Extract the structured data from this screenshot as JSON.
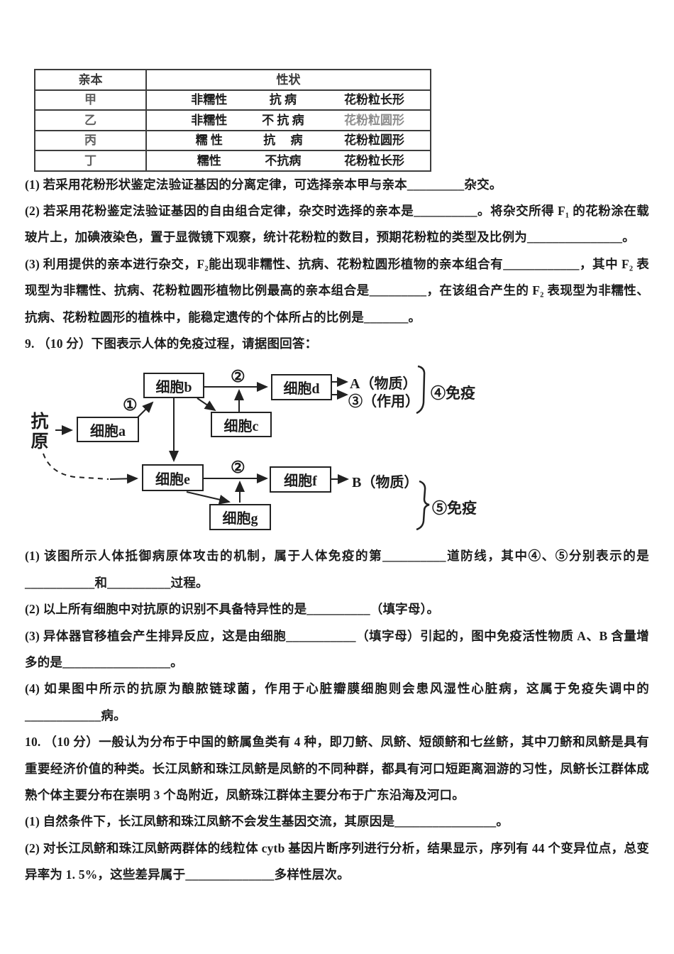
{
  "table": {
    "headers": [
      "亲本",
      "性状"
    ],
    "rows": [
      {
        "parent": "甲",
        "t1": "非糯性",
        "t2": "抗 病",
        "t3": "花粉粒长形"
      },
      {
        "parent": "乙",
        "t1": "非糯性",
        "t2": "不 抗 病",
        "t3": "花粉粒圆形"
      },
      {
        "parent": "丙",
        "t1": "糯 性",
        "t2": "抗　 病",
        "t3": "花粉粒圆形"
      },
      {
        "parent": "丁",
        "t1": "糯性",
        "t2": "不抗病",
        "t3": "花粉粒长形"
      }
    ]
  },
  "q8": {
    "items": [
      "(1) 若采用花粉形状鉴定法验证基因的分离定律，可选择亲本甲与亲本_________杂交。",
      "(2) 若采用花粉鉴定法验证基因的自由组合定律，杂交时选择的亲本是__________。将杂交所得 F₁ 的花粉涂在载玻片上，加碘液染色，置于显微镜下观察，统计花粉粒的数目，预期花粉粒的类型及比例为_______________。",
      "(3) 利用提供的亲本进行杂交，F₂能出现非糯性、抗病、花粉粒圆形植物的亲本组合有____________，其中 F₂ 表现型为非糯性、抗病、花粉粒圆形植物比例最高的亲本组合是_________，在该组合产生的 F₂ 表现型为非糯性、抗病、花粉粒圆形的植株中，能稳定遗传的个体所占的比例是_______。"
    ]
  },
  "q9": {
    "intro": "9. （10 分）下图表示人体的免疫过程，请据图回答：",
    "items": [
      "(1) 该图所示人体抵御病原体攻击的机制，属于人体免疫的第__________道防线，其中④、⑤分别表示的是___________和__________过程。",
      "(2) 以上所有细胞中对抗原的识别不具备特异性的是__________（填字母）。",
      "(3) 异体器官移植会产生排异反应，这是由细胞___________（填字母）引起的，图中免疫活性物质 A、B 含量增多的是_________________。",
      "(4) 如果图中所示的抗原为酿脓链球菌，作用于心脏瓣膜细胞则会患风湿性心脏病，这属于免疫失调中的____________病。"
    ]
  },
  "q10": {
    "intro": "10. （10 分）一般认为分布于中国的鲚属鱼类有 4 种，即刀鲚、凤鲚、短颌鲚和七丝鲚，其中刀鲚和凤鲚是具有重要经济价值的种类。长江凤鲚和珠江凤鲚是凤鲚的不同种群，都具有河口短距离洄游的习性，凤鲚长江群体成熟个体主要分布在崇明 3 个岛附近，凤鲚珠江群体主要分布于广东沿海及河口。",
    "items": [
      "(1) 自然条件下，长江凤鲚和珠江凤鲚不会发生基因交流，其原因是________________。",
      "(2) 对长江凤鲚和珠江凤鲚两群体的线粒体 cytb 基因片断序列进行分析，结果显示，序列有 44 个变异位点，总变异率为 1. 5%，这些差异属于______________多样性层次。"
    ]
  },
  "diagram": {
    "antigen": "抗原",
    "cell_a": "细胞a",
    "cell_b": "细胞b",
    "cell_c": "细胞c",
    "cell_d": "细胞d",
    "cell_e": "细胞e",
    "cell_f": "细胞f",
    "cell_g": "细胞g",
    "num1": "①",
    "num2_top": "②",
    "num2_bottom": "②",
    "output_a": "A（物质）",
    "action_3": "③（作用）",
    "immunity_4": "④免疫",
    "output_b": "B（物质）",
    "immunity_5": "⑤免疫"
  }
}
